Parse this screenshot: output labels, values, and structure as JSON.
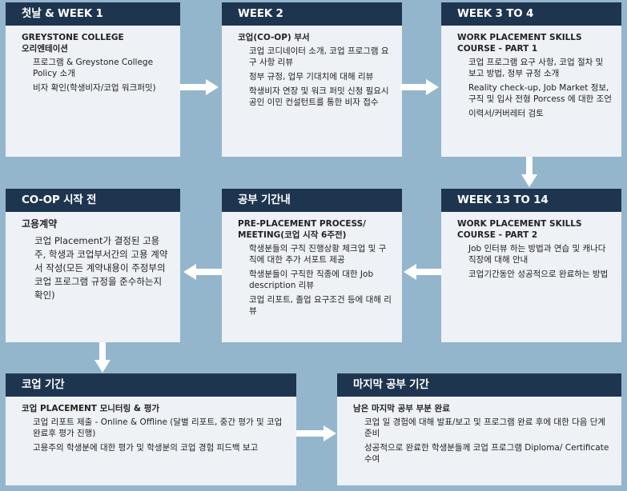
{
  "boxes": [
    {
      "title": "첫날 & WEEK 1",
      "subtitle": "GREYSTONE COLLEGE\n오리엔테이션",
      "items": [
        "프로그램 & Greystone College Policy 소개",
        "비자 확인(학생비자/코업 워크퍼밋)"
      ]
    },
    {
      "title": "WEEK  2",
      "subtitle": "코업(CO-OP) 부서",
      "items": [
        "코업 코디네이터 소개, 코업 프로그램 요구 사항 리뷰",
        "정부 규정, 업무 기대치에 대해 리뷰",
        "학생비자 연장 및 워크 퍼밋 신청 필요시 공인 이민 컨설턴트를 통한 비자 접수"
      ]
    },
    {
      "title": "WEEK  3 TO 4",
      "subtitle": "WORK PLACEMENT SKILLS COURSE - PART 1",
      "items": [
        "코업 프로그램 요구 사항, 코업 절차 및 보고 방법, 정부 규정 소개",
        "Reality check-up, Job Market 정보, 구직 및 입사 전형 Porcess 에 대한 조언",
        "이력서/커버레터 검토"
      ]
    },
    {
      "title": "CO-OP 시작 전",
      "subtitle": "고용계약",
      "items": [
        "코업 Placement가 결정된 고용주, 학생과 코업부서간의 고용 계약서 작성(모든 계약내용이 주정부의 코업 프로그램 규정을 준수하는지 확인)"
      ]
    },
    {
      "title": "공부 기간내",
      "subtitle": "PRE-PLACEMENT PROCESS/ MEETING(코업 시작 6주전)",
      "items": [
        "학생분들의 구직 진행상황 체크업 및 구직에 대한 추가 서포트 제공",
        "학생분들이 구직한 직종에 대한 Job description 리뷰",
        "코업 리포트, 졸업 요구조건 등에 대해 리뷰"
      ]
    },
    {
      "title": "WEEK  13 TO 14",
      "subtitle": "WORK PLACEMENT SKILLS COURSE - PART 2",
      "items": [
        "Job 인터뷰 하는 방법과 연습 및 캐나다 직장에 대해 안내",
        "코업기간동안 성공적으로 완료하는 방법"
      ]
    },
    {
      "title": "코업 기간",
      "subtitle": "코업 PLACEMENT 모니터링 & 평가",
      "items": [
        "코업 리포트 제출 - Online & Offline (달별 리포트, 중간 평가 및 코업 완료후 평가 진행)",
        "고용주의 학생분에 대한 평가 및 학생분의 코업 경험 피드백 보고"
      ]
    },
    {
      "title": "마지막 공부 기간",
      "subtitle": "남은 마지막 공부 부분 완료",
      "items": [
        "코업 일 경험에 대해 발표/보고 및 프로그램 완료 후에 대한 다음 단계 준비",
        "성공적으로 완료한 학생분들께 코업 프로그램 Diploma/ Certificate 수여"
      ]
    }
  ]
}
